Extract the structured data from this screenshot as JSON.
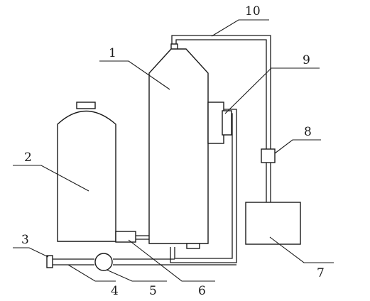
{
  "labels": {
    "n1": "1",
    "n2": "2",
    "n3": "3",
    "n4": "4",
    "n5": "5",
    "n6": "6",
    "n7": "7",
    "n8": "8",
    "n9": "9",
    "n10": "10"
  },
  "colors": {
    "line": "#1a1a1a",
    "background": "#ffffff"
  }
}
